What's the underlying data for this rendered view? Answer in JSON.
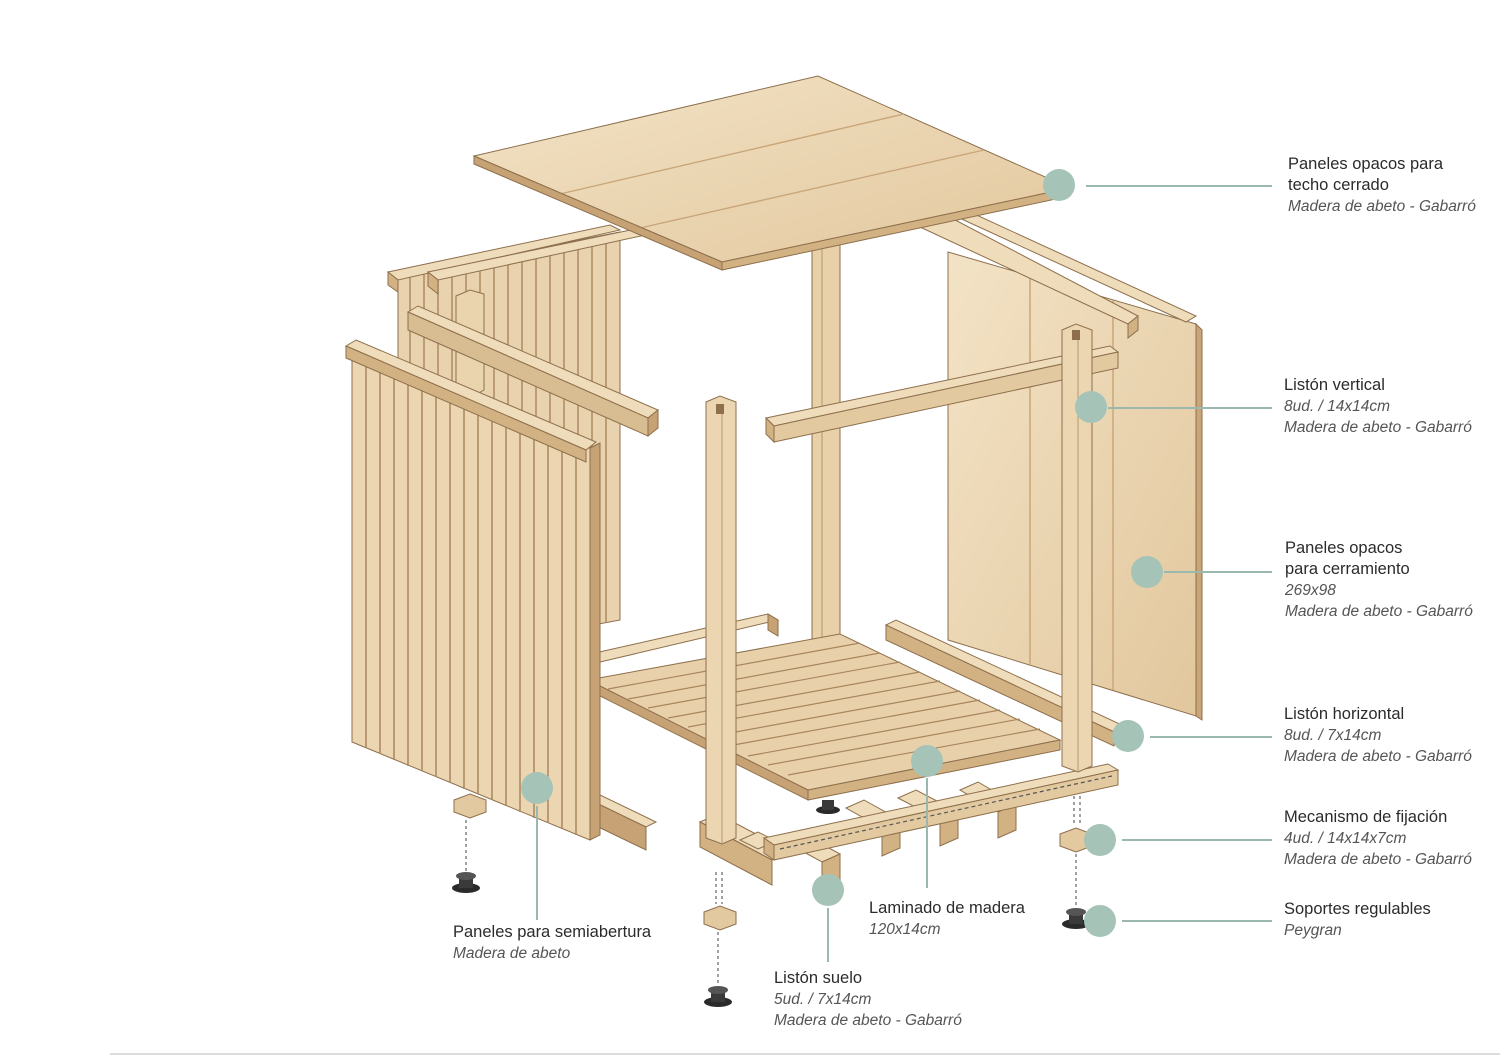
{
  "colors": {
    "marker": "#a6c3b8",
    "leader": "#9ab8ad",
    "wood_light": "#efdcbb",
    "wood_mid": "#e3c9a0",
    "wood_dark": "#c9a679",
    "wood_edge": "#8d6f4c",
    "hardware": "#2a2a2a"
  },
  "labels": {
    "roof": {
      "title_1": "Paneles opacos para",
      "title_2": "techo cerrado",
      "sub_1": "Madera de abeto - Gabarró"
    },
    "vertical": {
      "title_1": "Listón vertical",
      "sub_1": "8ud. / 14x14cm",
      "sub_2": "Madera de abeto - Gabarró"
    },
    "opaque": {
      "title_1": "Paneles opacos",
      "title_2": "para cerramiento",
      "sub_1": "269x98",
      "sub_2": "Madera de abeto - Gabarró"
    },
    "horizontal": {
      "title_1": "Listón horizontal",
      "sub_1": "8ud. / 7x14cm",
      "sub_2": "Madera de abeto - Gabarró"
    },
    "fixing": {
      "title_1": "Mecanismo de fijación",
      "sub_1": "4ud. / 14x14x7cm",
      "sub_2": "Madera de abeto - Gabarró"
    },
    "supports": {
      "title_1": "Soportes regulables",
      "sub_1": "Peygran"
    },
    "semi": {
      "title_1": "Paneles para semiabertura",
      "sub_1": "Madera de abeto"
    },
    "floor_lam": {
      "title_1": "Laminado de madera",
      "sub_1": "120x14cm"
    },
    "floor_joist": {
      "title_1": "Listón suelo",
      "sub_1": "5ud. / 7x14cm",
      "sub_2": "Madera de abeto - Gabarró"
    }
  }
}
